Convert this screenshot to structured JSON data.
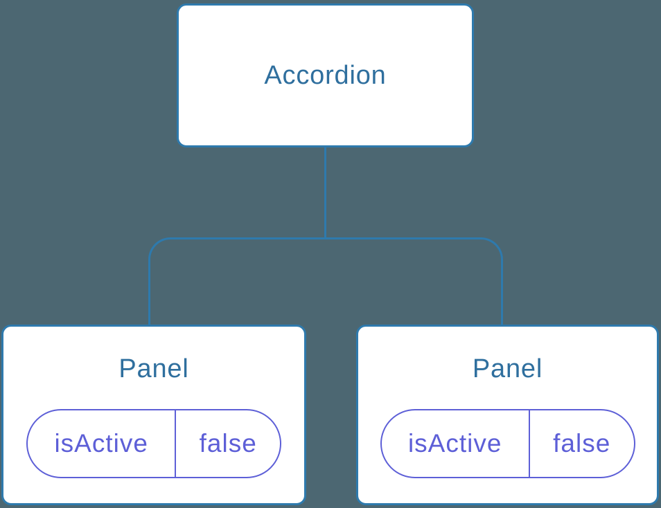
{
  "colors": {
    "background": "#4c6772",
    "line": "#2e7aad",
    "node_text": "#2f6f9e",
    "state": "#5d5fd7",
    "node_background": "#ffffff"
  },
  "tree": {
    "root": {
      "label": "Accordion"
    },
    "children": [
      {
        "label": "Panel",
        "state": {
          "key": "isActive",
          "value": "false"
        }
      },
      {
        "label": "Panel",
        "state": {
          "key": "isActive",
          "value": "false"
        }
      }
    ]
  }
}
